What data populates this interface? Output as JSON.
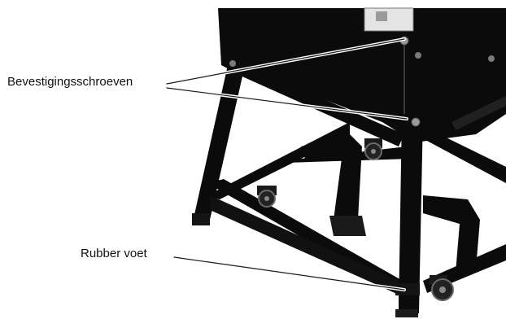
{
  "callouts": {
    "screws": "Bevestigingsschroeven",
    "foot": "Rubber voet"
  },
  "colors": {
    "background": "#ffffff",
    "machine": "#0b0b0b",
    "leader_line": "#1a1a1a",
    "highlight": "#e8e8e8"
  },
  "icons": {
    "photo": "machine-stand-photo"
  }
}
